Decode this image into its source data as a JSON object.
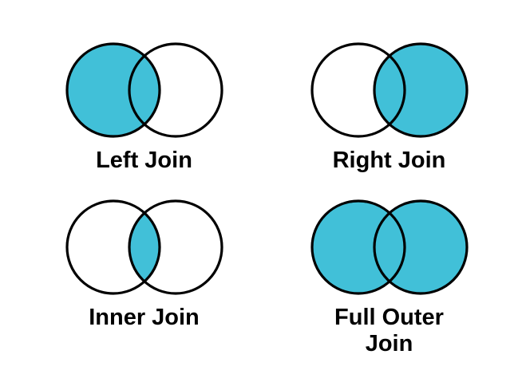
{
  "colors": {
    "region_fill": "#41C0D8",
    "circle_outline": "#000000",
    "label_text": "#000000",
    "background": "#FFFFFF"
  },
  "diagrams": [
    {
      "label": "Left Join",
      "regions": {
        "left_circle": true,
        "right_circle": false,
        "intersection": true
      }
    },
    {
      "label": "Right Join",
      "regions": {
        "left_circle": false,
        "right_circle": true,
        "intersection": true
      }
    },
    {
      "label": "Inner Join",
      "regions": {
        "left_circle": false,
        "right_circle": false,
        "intersection": true
      }
    },
    {
      "label": "Full Outer Join",
      "regions": {
        "left_circle": true,
        "right_circle": true,
        "intersection": true
      }
    }
  ]
}
